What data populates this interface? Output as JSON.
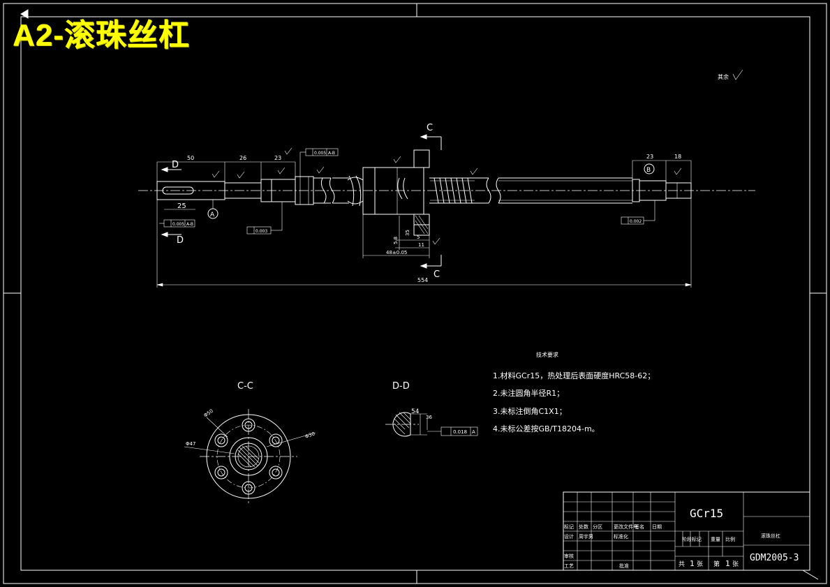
{
  "title_overlay": "A2-滚珠丝杠",
  "accent_color": "#ffff00",
  "line_color": "#ffffff",
  "background_color": "#000000",
  "roughness_note": "其余",
  "dimensions": {
    "d50": "50",
    "d26": "26",
    "d23_left": "23",
    "d25": "25",
    "d48": "48±0.05",
    "d35": "35",
    "d5": "5",
    "d11": "11",
    "d58": "5.8",
    "d554": "554",
    "d23_right": "23",
    "d18": "18",
    "d54": "54",
    "d36": "36"
  },
  "section_markers": {
    "c_top": "C",
    "c_bottom": "C",
    "d_top": "D",
    "d_bottom": "D",
    "bubble_a": "A",
    "bubble_b": "B"
  },
  "tolerances": {
    "runout_left": "0.005",
    "datum_ab": "A-B",
    "runout_top": "0.005",
    "datum_ab_top": "A-B",
    "perp_left": "0.003",
    "perp_right": "0.002",
    "symmetry": "0.018",
    "datum_a": "A"
  },
  "views": {
    "cc_label": "C-C",
    "dd_label": "D-D"
  },
  "cc_dims": {
    "phi50": "Φ50",
    "phi47": "Φ47",
    "phi30": "Φ30"
  },
  "requirements": {
    "heading": "技术要求",
    "items": [
      "1.材料GCr15，热处理后表面硬度HRC58-62；",
      "2.未注圆角半径R1；",
      "3.未标注倒角C1X1；",
      "4.未标公差按GB/T18204-m。"
    ]
  },
  "title_block": {
    "material": "GCr15",
    "part_name": "滚珠丝杠",
    "drawing_no": "GDM2005-3",
    "row_mark": [
      "标记",
      "处数",
      "分区",
      "更改文件号",
      "签名",
      "日期"
    ],
    "row_design": [
      "设计",
      "周宇男",
      "",
      "标准化"
    ],
    "row_check": "审核",
    "row_process": "工艺",
    "row_approve": "批准",
    "stage_mark": "阶段标记",
    "weight": "重量",
    "scale": "比例",
    "sheet_total_prefix": "共",
    "sheet_total": "1",
    "sheet_total_suffix": "张",
    "sheet_no_prefix": "第",
    "sheet_no": "1",
    "sheet_no_suffix": "张"
  }
}
